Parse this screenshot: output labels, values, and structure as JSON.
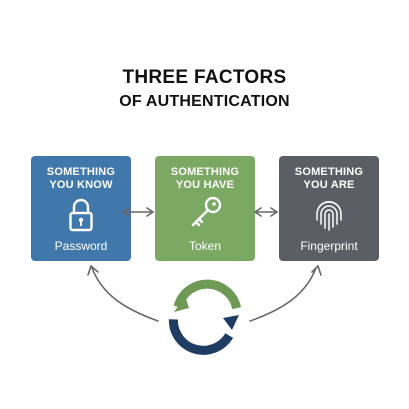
{
  "title": {
    "line1": "THREE FACTORS",
    "line2": "OF AUTHENTICATION"
  },
  "factors": [
    {
      "heading_line1": "SOMETHING",
      "heading_line2": "YOU KNOW",
      "label": "Password",
      "icon": "padlock-icon",
      "color": "#4178ab"
    },
    {
      "heading_line1": "SOMETHING",
      "heading_line2": "YOU HAVE",
      "label": "Token",
      "icon": "key-icon",
      "color": "#7ba862"
    },
    {
      "heading_line1": "SOMETHING",
      "heading_line2": "YOU ARE",
      "label": "Fingerprint",
      "icon": "fingerprint-icon",
      "color": "#5b5f65"
    }
  ],
  "colors": {
    "arrow": "#666666",
    "cycle_navy": "#1f3d63",
    "cycle_green": "#6e9a56"
  }
}
